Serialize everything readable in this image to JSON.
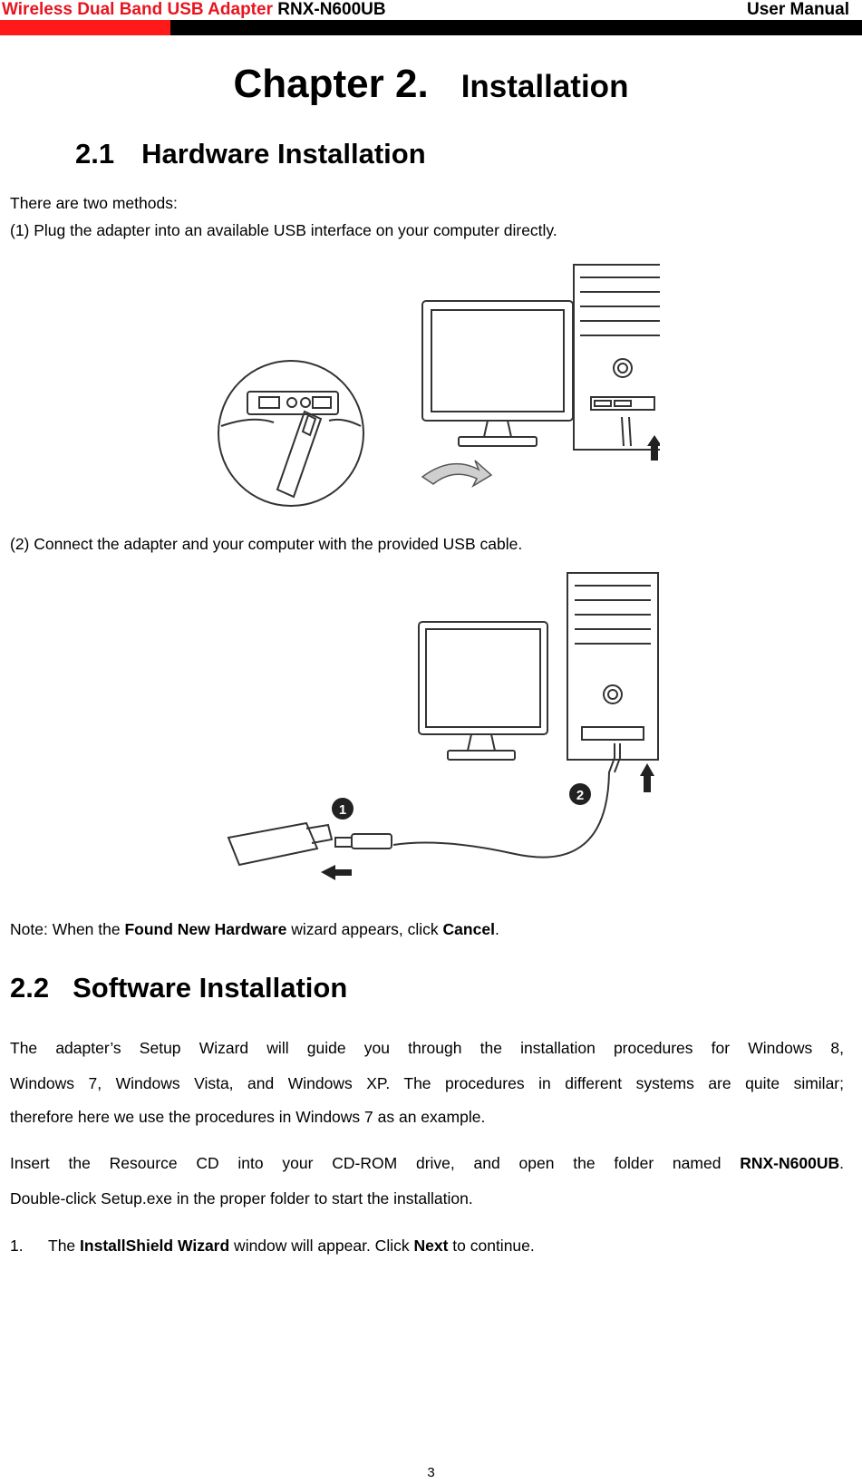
{
  "header": {
    "product_red": "Wireless Dual Band USB Adapter",
    "model": "RNX-N600UB",
    "manual": "User Manual"
  },
  "chapter": {
    "number": "Chapter 2.",
    "title": "Installation"
  },
  "sec1": {
    "number": "2.1",
    "title": "Hardware Installation",
    "intro": "There are two methods:",
    "m1": "(1)  Plug the adapter into an available USB interface on your computer directly.",
    "m2": "(2)  Connect the adapter and your computer with the provided USB cable.",
    "note_a": "Note: When the ",
    "note_b1": "Found New Hardware",
    "note_c": " wizard appears, click ",
    "note_b2": "Cancel",
    "note_d": ".",
    "callout_1": "1",
    "callout_2": "2"
  },
  "sec2": {
    "number": "2.2",
    "title": "Software Installation",
    "p1_l1": "The adapter’s Setup Wizard will guide you through the installation procedures for Windows 8,",
    "p1_l2": "Windows 7, Windows Vista, and Windows XP. The procedures in different systems are quite similar;",
    "p1_l3": "therefore here we use the procedures in Windows 7 as an example.",
    "p2_l1a": "Insert the Resource CD into your CD-ROM drive, and open the folder named ",
    "p2_l1b": "RNX-N600UB",
    "p2_l1c": ".",
    "p2_l2": "Double-click Setup.exe in the proper folder to start the installation.",
    "step_num": "1.",
    "step_a": "The ",
    "step_b1": "InstallShield Wizard",
    "step_c": " window will appear. Click ",
    "step_b2": "Next",
    "step_d": " to continue."
  },
  "footer": {
    "page": "3"
  }
}
